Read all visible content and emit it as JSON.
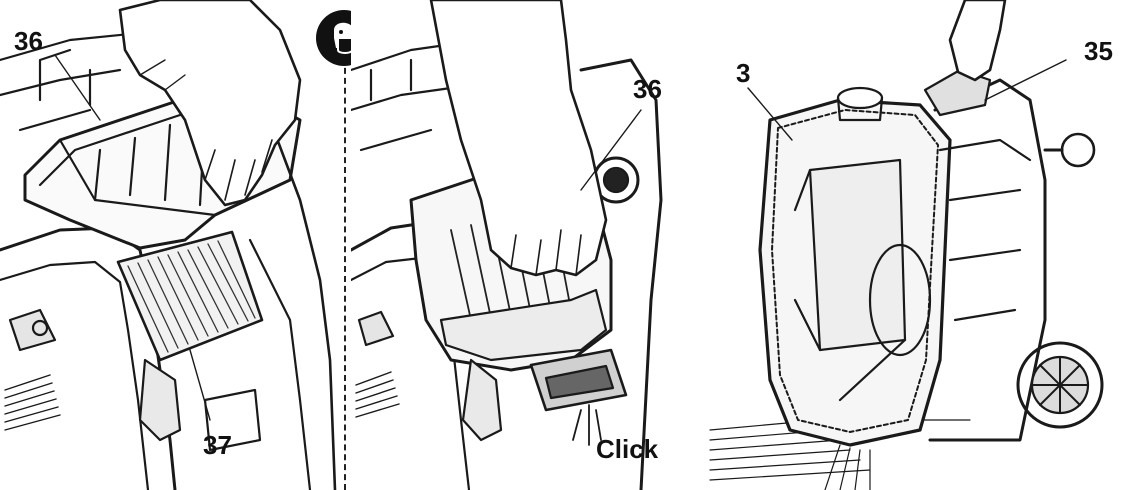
{
  "figure": {
    "panels": [
      {
        "id": "remove-cover",
        "labels": {
          "cover": "36",
          "filter": "37"
        }
      },
      {
        "id": "replace-cover",
        "labels": {
          "cover": "36",
          "sound": "Click"
        }
      },
      {
        "id": "empty-container",
        "labels": {
          "container": "3",
          "handle": "35"
        }
      }
    ],
    "icons": [
      "dust-mask-warning-icon"
    ]
  }
}
